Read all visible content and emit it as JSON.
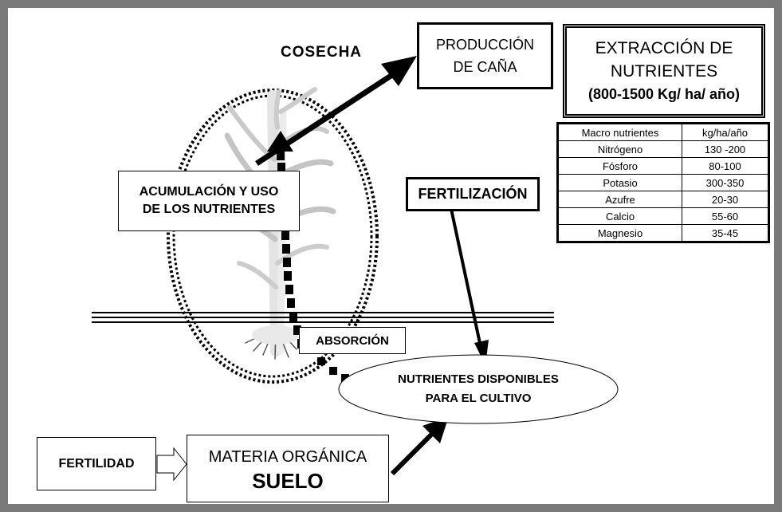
{
  "labels": {
    "cosecha": "COSECHA",
    "produccion": [
      "PRODUCCIÓN",
      "DE CAÑA"
    ],
    "extraccion": [
      "EXTRACCIÓN DE",
      "NUTRIENTES",
      "(800-1500 Kg/ ha/ año)"
    ],
    "acumulacion": [
      "ACUMULACIÓN Y  USO",
      "DE LOS NUTRIENTES"
    ],
    "fertilizacion": "FERTILIZACIÓN",
    "absorcion": "ABSORCIÓN",
    "nutrientes_disponibles": [
      "NUTRIENTES DISPONIBLES",
      "PARA EL CULTIVO"
    ],
    "fertilidad": "FERTILIDAD",
    "materia": [
      "MATERIA ORGÁNICA",
      "SUELO"
    ]
  },
  "table": {
    "headers": [
      "Macro nutrientes",
      "kg/ha/año"
    ],
    "rows": [
      [
        "Nitrógeno",
        "130 -200"
      ],
      [
        "Fósforo",
        "80-100"
      ],
      [
        "Potasio",
        "300-350"
      ],
      [
        "Azufre",
        "20-30"
      ],
      [
        "Calcio",
        "55-60"
      ],
      [
        "Magnesio",
        "35-45"
      ]
    ]
  },
  "colors": {
    "frame": "#7a7a7a",
    "ink": "#000000",
    "plant_leaf": "#c9c9c9",
    "plant_stem": "#e8e8e8"
  }
}
